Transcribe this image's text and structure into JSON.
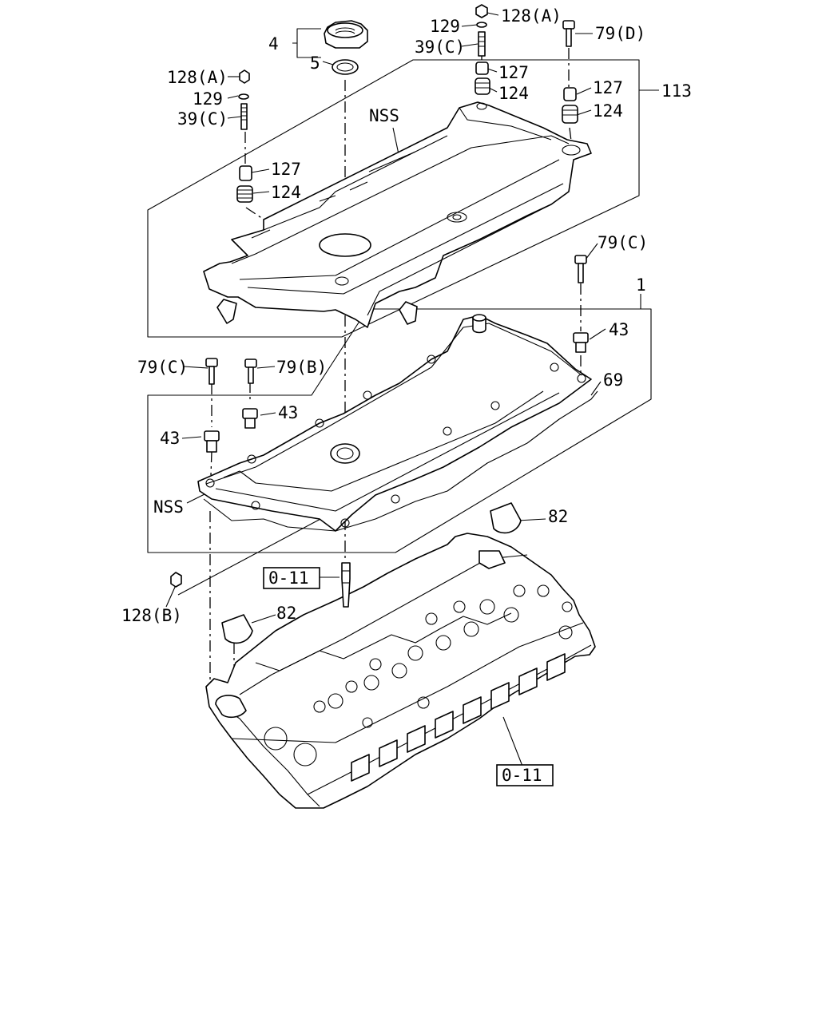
{
  "labels": {
    "p4": "4",
    "p5": "5",
    "p128a_left": "128(A)",
    "p129_left": "129",
    "p39c_left": "39(C)",
    "p127_left": "127",
    "p124_left": "124",
    "p128a_top": "128(A)",
    "p129_top": "129",
    "p39c_top": "39(C)",
    "p127_top": "127",
    "p124_top": "124",
    "p79d": "79(D)",
    "p127_right": "127",
    "p124_right": "124",
    "p113": "113",
    "nss_top": "NSS",
    "p79c_right": "79(C)",
    "p1": "1",
    "p43_right": "43",
    "p69": "69",
    "p79c_left": "79(C)",
    "p79b": "79(B)",
    "p43_mid": "43",
    "p43_left": "43",
    "nss_gasket": "NSS",
    "p82_top": "82",
    "p82_left": "82",
    "p128b": "128(B)",
    "ref_upper": "0-11",
    "ref_lower": "0-11"
  }
}
